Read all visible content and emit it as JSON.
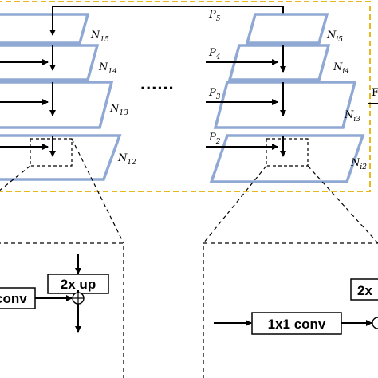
{
  "left_stack": {
    "labels": [
      {
        "base": "N",
        "sub": "15"
      },
      {
        "base": "N",
        "sub": "14"
      },
      {
        "base": "N",
        "sub": "13"
      },
      {
        "base": "N",
        "sub": "12"
      }
    ]
  },
  "right_stack": {
    "labels": [
      {
        "base": "N",
        "sub": "i5"
      },
      {
        "base": "N",
        "sub": "i4"
      },
      {
        "base": "N",
        "sub": "i3"
      },
      {
        "base": "N",
        "sub": "i2"
      }
    ],
    "inputs": [
      {
        "base": "P",
        "sub": "5"
      },
      {
        "base": "P",
        "sub": "4"
      },
      {
        "base": "P",
        "sub": "3"
      },
      {
        "base": "P",
        "sub": "2"
      }
    ]
  },
  "ellipsis": "......",
  "edge_text": "F",
  "detail_left": {
    "upsample_label": "2x up",
    "conv_label": "conv"
  },
  "detail_right": {
    "conv_label": "1x1 conv",
    "upsample_label": "2x"
  },
  "colors": {
    "plane_stroke": "#8fa9d4",
    "dashed_border": "#e8b820",
    "ink": "#000000"
  }
}
